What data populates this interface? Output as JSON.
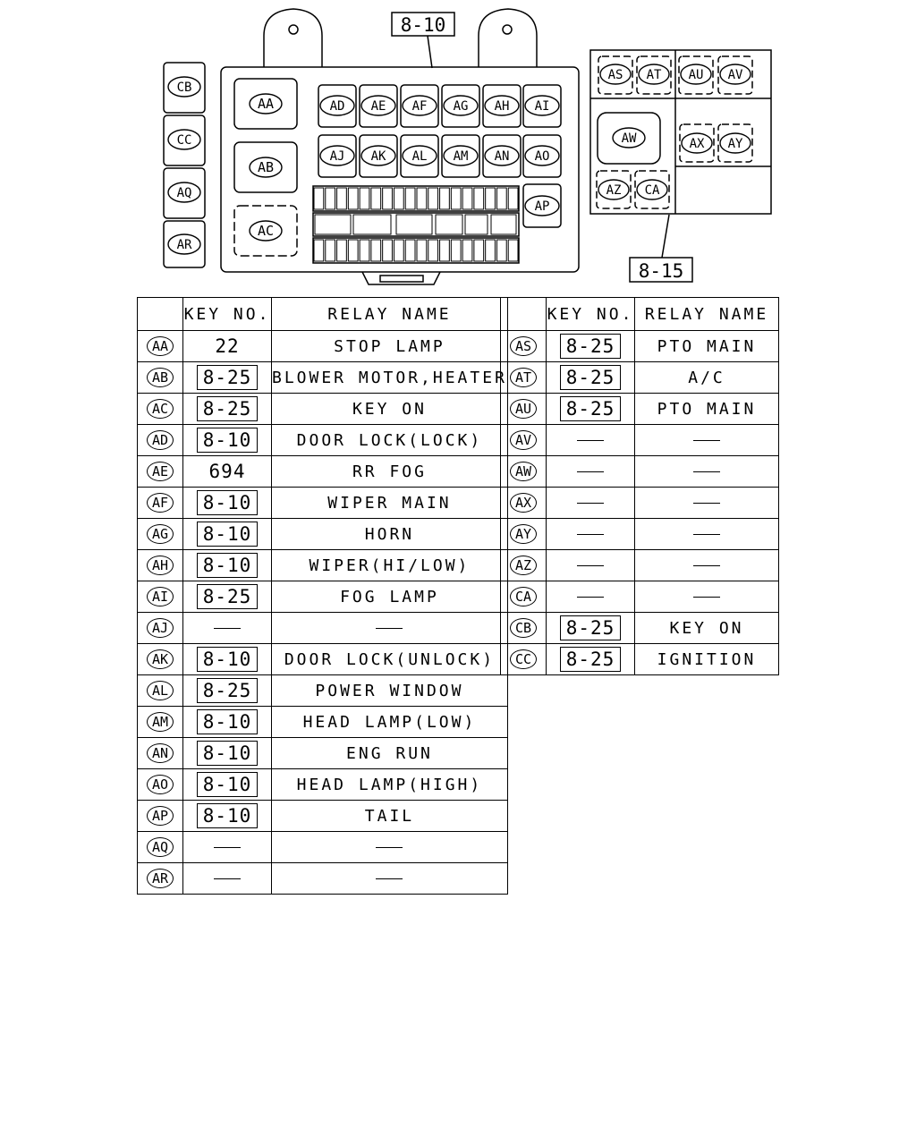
{
  "diagram": {
    "ref_left": "8-10",
    "ref_right": "8-15",
    "left_block": {
      "large_relays": [
        "AA",
        "AB",
        "AC"
      ],
      "row1": [
        "AD",
        "AE",
        "AF",
        "AG",
        "AH",
        "AI"
      ],
      "row2": [
        "AJ",
        "AK",
        "AL",
        "AM",
        "AN",
        "AO"
      ],
      "side_relay": "AP",
      "outer_left": [
        "CB",
        "CC",
        "AQ",
        "AR"
      ]
    },
    "right_block": {
      "top": [
        "AS",
        "AT",
        "AU",
        "AV"
      ],
      "middle": [
        "AW",
        "AX",
        "AY"
      ],
      "bottom": [
        "AZ",
        "CA"
      ]
    }
  },
  "table": {
    "headers": {
      "key": "KEY NO.",
      "name": "RELAY NAME"
    },
    "left_rows": [
      {
        "code": "AA",
        "key": "22",
        "key_boxed": false,
        "name": "STOP LAMP"
      },
      {
        "code": "AB",
        "key": "8-25",
        "key_boxed": true,
        "name": "BLOWER MOTOR,HEATER"
      },
      {
        "code": "AC",
        "key": "8-25",
        "key_boxed": true,
        "name": "KEY ON"
      },
      {
        "code": "AD",
        "key": "8-10",
        "key_boxed": true,
        "name": "DOOR LOCK(LOCK)"
      },
      {
        "code": "AE",
        "key": "694",
        "key_boxed": false,
        "name": "RR FOG"
      },
      {
        "code": "AF",
        "key": "8-10",
        "key_boxed": true,
        "name": "WIPER MAIN"
      },
      {
        "code": "AG",
        "key": "8-10",
        "key_boxed": true,
        "name": "HORN"
      },
      {
        "code": "AH",
        "key": "8-10",
        "key_boxed": true,
        "name": "WIPER(HI/LOW)"
      },
      {
        "code": "AI",
        "key": "8-25",
        "key_boxed": true,
        "name": "FOG LAMP"
      },
      {
        "code": "AJ",
        "key": "—",
        "key_boxed": false,
        "name": "—"
      },
      {
        "code": "AK",
        "key": "8-10",
        "key_boxed": true,
        "name": "DOOR LOCK(UNLOCK)"
      },
      {
        "code": "AL",
        "key": "8-25",
        "key_boxed": true,
        "name": "POWER WINDOW"
      },
      {
        "code": "AM",
        "key": "8-10",
        "key_boxed": true,
        "name": "HEAD LAMP(LOW)"
      },
      {
        "code": "AN",
        "key": "8-10",
        "key_boxed": true,
        "name": "ENG RUN"
      },
      {
        "code": "AO",
        "key": "8-10",
        "key_boxed": true,
        "name": "HEAD LAMP(HIGH)"
      },
      {
        "code": "AP",
        "key": "8-10",
        "key_boxed": true,
        "name": "TAIL"
      },
      {
        "code": "AQ",
        "key": "—",
        "key_boxed": false,
        "name": "—"
      },
      {
        "code": "AR",
        "key": "—",
        "key_boxed": false,
        "name": "—"
      }
    ],
    "right_rows": [
      {
        "code": "AS",
        "key": "8-25",
        "key_boxed": true,
        "name": "PTO MAIN"
      },
      {
        "code": "AT",
        "key": "8-25",
        "key_boxed": true,
        "name": "A/C"
      },
      {
        "code": "AU",
        "key": "8-25",
        "key_boxed": true,
        "name": "PTO MAIN"
      },
      {
        "code": "AV",
        "key": "—",
        "key_boxed": false,
        "name": "—"
      },
      {
        "code": "AW",
        "key": "—",
        "key_boxed": false,
        "name": "—"
      },
      {
        "code": "AX",
        "key": "—",
        "key_boxed": false,
        "name": "—"
      },
      {
        "code": "AY",
        "key": "—",
        "key_boxed": false,
        "name": "—"
      },
      {
        "code": "AZ",
        "key": "—",
        "key_boxed": false,
        "name": "—"
      },
      {
        "code": "CA",
        "key": "—",
        "key_boxed": false,
        "name": "—"
      },
      {
        "code": "CB",
        "key": "8-25",
        "key_boxed": true,
        "name": "KEY ON"
      },
      {
        "code": "CC",
        "key": "8-25",
        "key_boxed": true,
        "name": "IGNITION"
      }
    ]
  }
}
